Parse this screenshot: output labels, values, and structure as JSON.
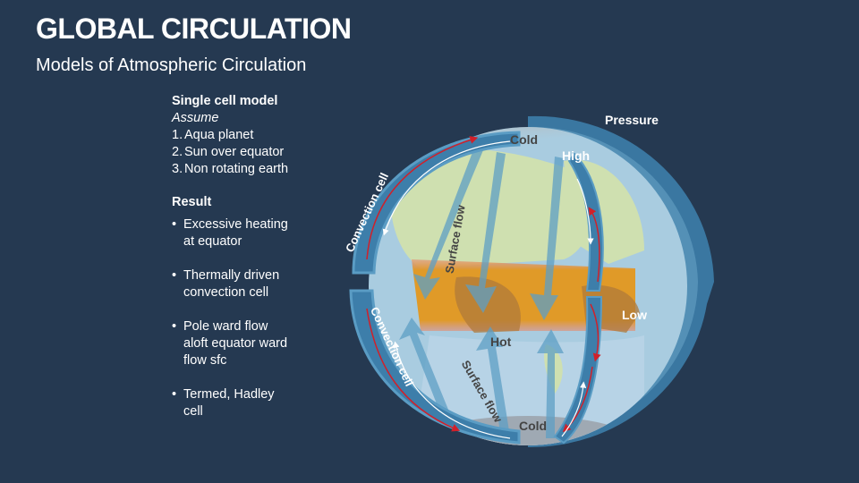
{
  "header": {
    "title": "GLOBAL CIRCULATION",
    "subtitle": "Models of Atmospheric Circulation"
  },
  "panel": {
    "heading": "Single cell model",
    "assume_label": "Assume",
    "assumptions": [
      {
        "num": "1.",
        "text": "Aqua planet"
      },
      {
        "num": "2.",
        "text": "Sun over equator"
      },
      {
        "num": "3.",
        "text": "Non rotating earth"
      }
    ],
    "result_label": "Result",
    "results": [
      {
        "line1": "Excessive heating",
        "line2": "at equator"
      },
      {
        "line1": "Thermally driven",
        "line2": "convection cell"
      },
      {
        "line1": "Pole ward flow",
        "line2": "aloft equator ward",
        "line3": "flow sfc"
      },
      {
        "line1": "Termed, Hadley",
        "line2": "cell"
      }
    ]
  },
  "diagram": {
    "labels": {
      "pressure": "Pressure",
      "high": "High",
      "low": "Low",
      "cold_top": "Cold",
      "cold_bottom": "Cold",
      "hot": "Hot",
      "convection_top": "Convection cell",
      "convection_bottom": "Convection cell",
      "surface_flow_top": "Surface flow",
      "surface_flow_bottom": "Surface flow"
    },
    "colors": {
      "background": "#253951",
      "shell": "#3d7eaa",
      "shell_light": "#5a9cc4",
      "land": "#cfe0b0",
      "ocean": "#a9cce0",
      "hot_band": "#e09a28",
      "hot_land": "#b07a3a",
      "pole": "#bdbdbd",
      "arrow_red": "#d0202a",
      "arrow_white": "#ffffff"
    }
  }
}
